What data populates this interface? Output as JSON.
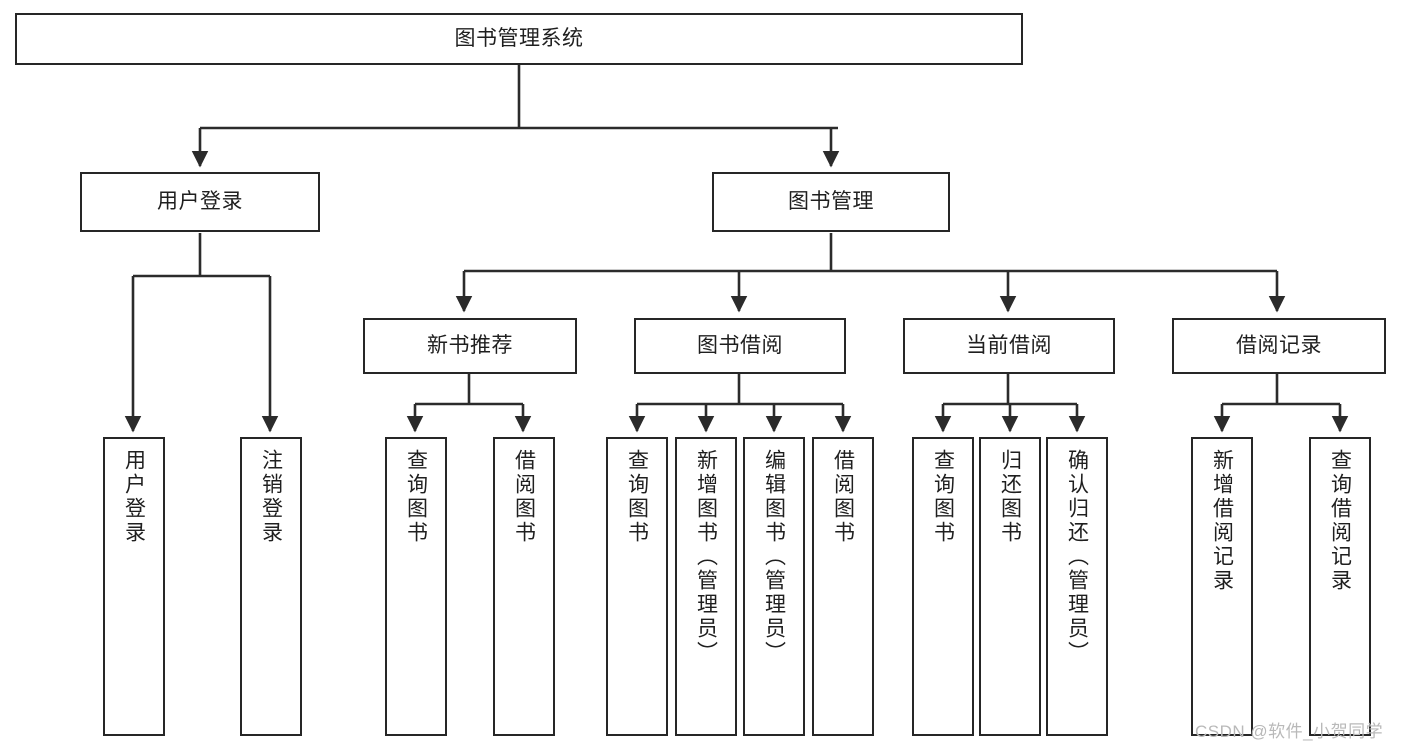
{
  "diagram": {
    "type": "hierarchy-tree",
    "title": "图书管理系统",
    "root": {
      "label": "图书管理系统"
    },
    "level2": [
      {
        "label": "用户登录"
      },
      {
        "label": "图书管理"
      }
    ],
    "level3": [
      {
        "label": "新书推荐"
      },
      {
        "label": "图书借阅"
      },
      {
        "label": "当前借阅"
      },
      {
        "label": "借阅记录"
      }
    ],
    "leaves": {
      "user_login": [
        {
          "label": "用户登录"
        },
        {
          "label": "注销登录"
        }
      ],
      "new_book_recommend": [
        {
          "label": "查询图书"
        },
        {
          "label": "借阅图书"
        }
      ],
      "book_borrow": [
        {
          "label": "查询图书"
        },
        {
          "label": "新增图书（管理员）"
        },
        {
          "label": "编辑图书（管理员）"
        },
        {
          "label": "借阅图书"
        }
      ],
      "current_borrow": [
        {
          "label": "查询图书"
        },
        {
          "label": "归还图书"
        },
        {
          "label": "确认归还（管理员）"
        }
      ],
      "borrow_record": [
        {
          "label": "新增借阅记录"
        },
        {
          "label": "查询借阅记录"
        }
      ]
    },
    "colors": {
      "box_border": "#262626",
      "box_fill": "#ffffff",
      "connector": "#2b2b2b",
      "text": "#1f1f1f",
      "watermark": "#b9b9b9"
    }
  },
  "watermark": {
    "text": "CSDN @软件_小贺同学"
  }
}
